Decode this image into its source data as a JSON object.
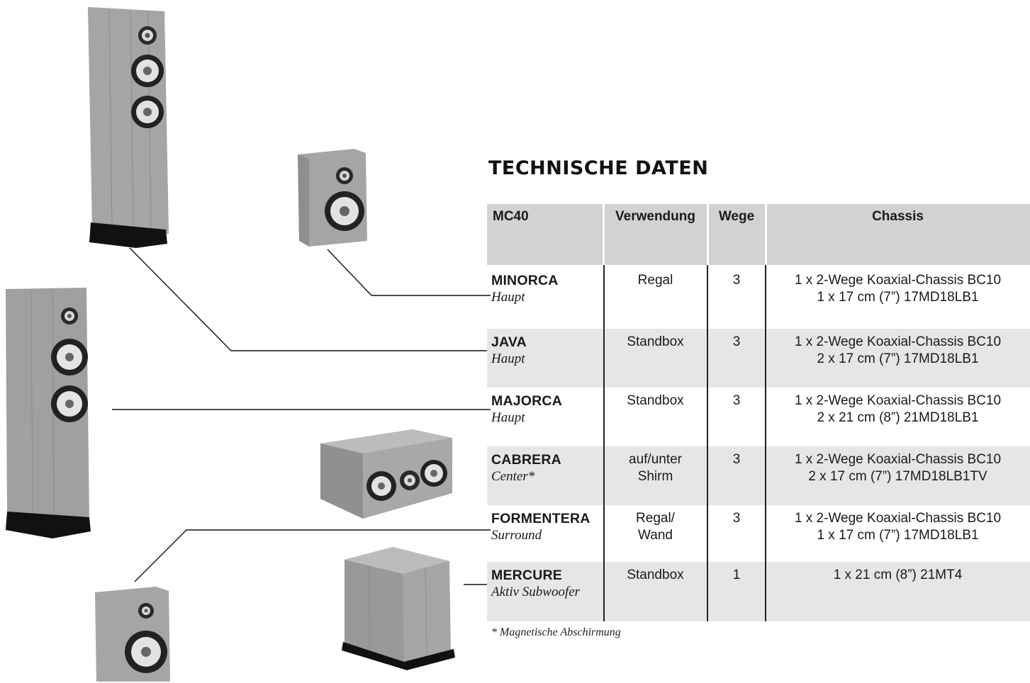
{
  "heading": "TECHNISCHE DATEN",
  "table": {
    "headers": {
      "model": "MC40",
      "use": "Verwendung",
      "ways": "Wege",
      "chassis": "Chassis"
    },
    "rows": [
      {
        "name": "MINORCA",
        "role": "Haupt",
        "use": [
          "Regal",
          ""
        ],
        "ways": "3",
        "chassis": [
          "1 x 2-Wege Koaxial-Chassis BC10",
          "1 x 17 cm (7”) 17MD18LB1"
        ]
      },
      {
        "name": "JAVA",
        "role": "Haupt",
        "use": [
          "Standbox",
          ""
        ],
        "ways": "3",
        "chassis": [
          "1 x 2-Wege Koaxial-Chassis BC10",
          "2 x 17 cm (7”) 17MD18LB1"
        ]
      },
      {
        "name": "MAJORCA",
        "role": "Haupt",
        "use": [
          "Standbox",
          ""
        ],
        "ways": "3",
        "chassis": [
          "1 x 2-Wege Koaxial-Chassis BC10",
          "2 x 21 cm (8”) 21MD18LB1"
        ]
      },
      {
        "name": "CABRERA",
        "role": "Center*",
        "use": [
          "auf/unter",
          "Shirm"
        ],
        "ways": "3",
        "chassis": [
          "1 x 2-Wege Koaxial-Chassis BC10",
          "2 x 17 cm (7”) 17MD18LB1TV"
        ]
      },
      {
        "name": "FORMENTERA",
        "role": "Surround",
        "use": [
          "Regal/",
          "Wand"
        ],
        "ways": "3",
        "chassis": [
          "1 x 2-Wege Koaxial-Chassis BC10",
          "1 x 17 cm (7”) 17MD18LB1"
        ]
      },
      {
        "name": "MERCURE",
        "role": "Aktiv Subwoofer",
        "use": [
          "Standbox",
          ""
        ],
        "ways": "1",
        "chassis": [
          "1 x 21 cm (8”) 21MT4",
          ""
        ]
      }
    ]
  },
  "footnote": "* Magnetische Abschirmung",
  "colors": {
    "header_bg": "#d2d2d2",
    "row_shade": "#e6e6e6",
    "wood": "#a9a9a9",
    "rule": "#222222"
  }
}
